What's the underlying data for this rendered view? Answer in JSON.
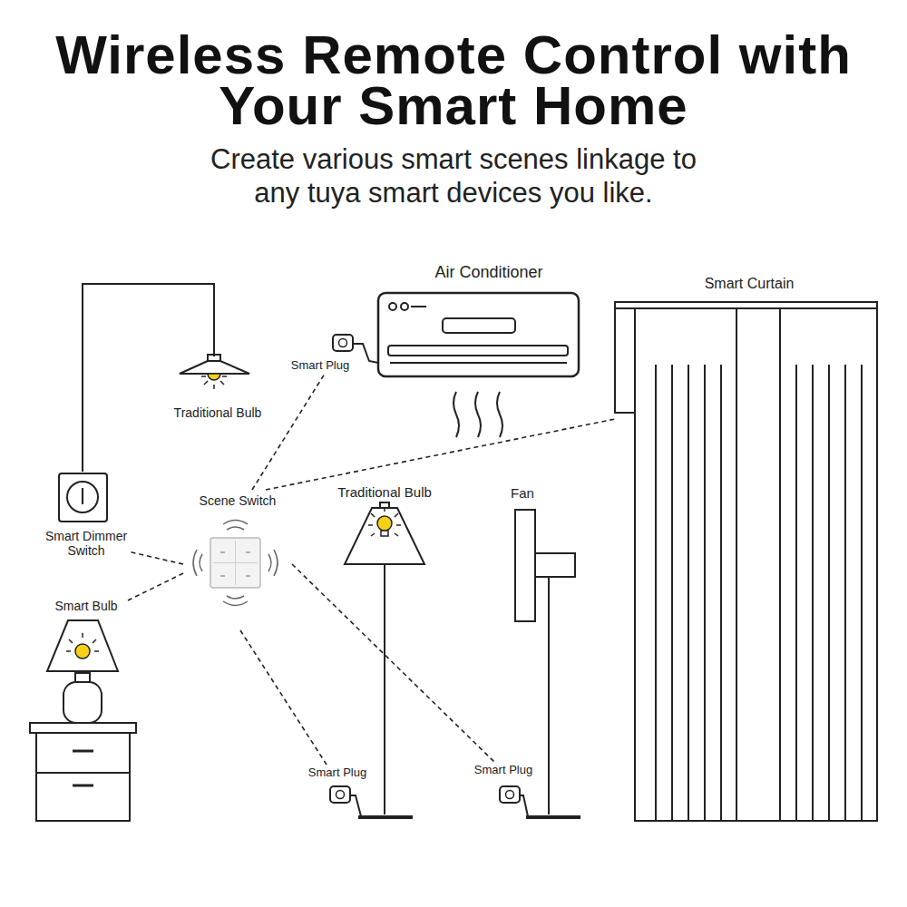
{
  "diagram": {
    "title": "Wireless Remote Control with Your Smart Home",
    "caption": "Create various smart scenes linkage to any tuya smart devices you like.",
    "nodes": [
      {
        "text": [
          "Air Conditioner"
        ]
      },
      {
        "text": [
          "Smart Curtain"
        ]
      },
      {
        "text": [
          "Smart Plug"
        ]
      },
      {
        "text": [
          "Traditional Bulb"
        ]
      },
      {
        "text": [
          "Smart Dimmer Switch"
        ]
      },
      {
        "text": [
          "Scene Switch"
        ]
      },
      {
        "text": [
          "Traditional Bulb"
        ]
      },
      {
        "text": [
          "Fan"
        ]
      },
      {
        "text": [
          "Smart Bulb"
        ]
      },
      {
        "text": [
          "Smart Plug"
        ]
      },
      {
        "text": [
          "Smart Plug"
        ]
      }
    ],
    "edges": [
      {
        "from": 5,
        "to": 2,
        "arrow": "none"
      },
      {
        "from": 5,
        "to": 1,
        "arrow": "none"
      },
      {
        "from": 5,
        "to": 4,
        "arrow": "none"
      },
      {
        "from": 5,
        "to": 8,
        "arrow": "none"
      },
      {
        "from": 5,
        "to": 9,
        "arrow": "none"
      },
      {
        "from": 5,
        "to": 10,
        "arrow": "none"
      },
      {
        "from": 2,
        "to": 0,
        "arrow": "none"
      },
      {
        "from": 4,
        "to": 3,
        "arrow": "none"
      },
      {
        "from": 9,
        "to": 6,
        "arrow": "none"
      },
      {
        "from": 10,
        "to": 7,
        "arrow": "none"
      }
    ]
  }
}
